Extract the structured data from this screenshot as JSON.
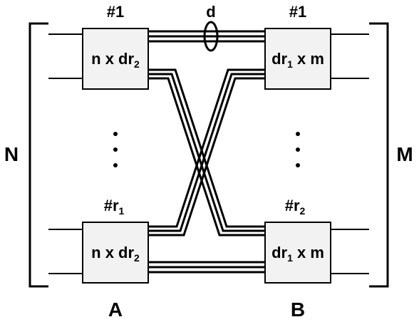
{
  "left_side_label": "N",
  "right_side_label": "M",
  "bottom_label_a": "A",
  "bottom_label_b": "B",
  "link_label": "d",
  "module_a_top": {
    "id_prefix": "#",
    "id_num": "1",
    "text": "n x dr",
    "sub": "2"
  },
  "module_a_bottom": {
    "id_prefix": "#r",
    "id_sub": "1",
    "text": "n x dr",
    "sub": "2"
  },
  "module_b_top": {
    "id_prefix": "#",
    "id_num": "1",
    "text_pre": "dr",
    "sub": "1",
    "text_post": " x m"
  },
  "module_b_bottom": {
    "id_prefix": "#r",
    "id_sub": "2",
    "text_pre": "dr",
    "sub": "1",
    "text_post": " x m"
  },
  "ellipsis": "⋮"
}
